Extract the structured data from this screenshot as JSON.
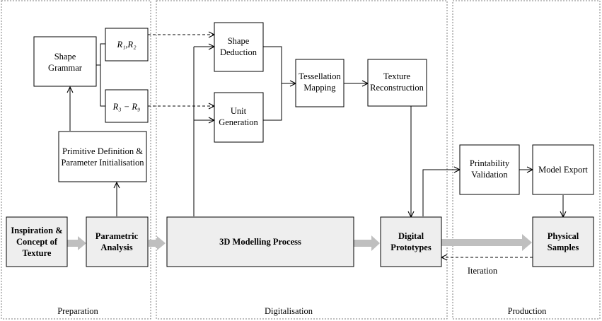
{
  "sections": {
    "preparation": "Preparation",
    "digitalisation": "Digitalisation",
    "production": "Production"
  },
  "nodes": {
    "shape_grammar": [
      "Shape",
      "Grammar"
    ],
    "r1_r2": [
      "R₁,R₂"
    ],
    "r3_r9": [
      "R₃ − R₉"
    ],
    "primitive_definition": [
      "Primitive Definition &",
      "Parameter Initialisation"
    ],
    "inspiration": [
      "Inspiration &",
      "Concept of",
      "Texture"
    ],
    "parametric_analysis": [
      "Parametric",
      "Analysis"
    ],
    "shape_deduction": [
      "Shape",
      "Deduction"
    ],
    "unit_generation": [
      "Unit",
      "Generation"
    ],
    "tessellation_mapping": [
      "Tessellation",
      "Mapping"
    ],
    "texture_reconstruction": [
      "Texture",
      "Reconstruction"
    ],
    "modelling_process": [
      "3D Modelling Process"
    ],
    "digital_prototypes": [
      "Digital",
      "Prototypes"
    ],
    "printability_validation": [
      "Printability",
      "Validation"
    ],
    "model_export": [
      "Model Export"
    ],
    "physical_samples": [
      "Physical",
      "Samples"
    ]
  },
  "labels": {
    "iteration": "Iteration"
  },
  "colors": {
    "process_fill": "#eeeeee",
    "box_fill": "#ffffff",
    "big_arrow": "#bfbfbf",
    "section_border": "#7f7f7f",
    "line": "#000000"
  }
}
